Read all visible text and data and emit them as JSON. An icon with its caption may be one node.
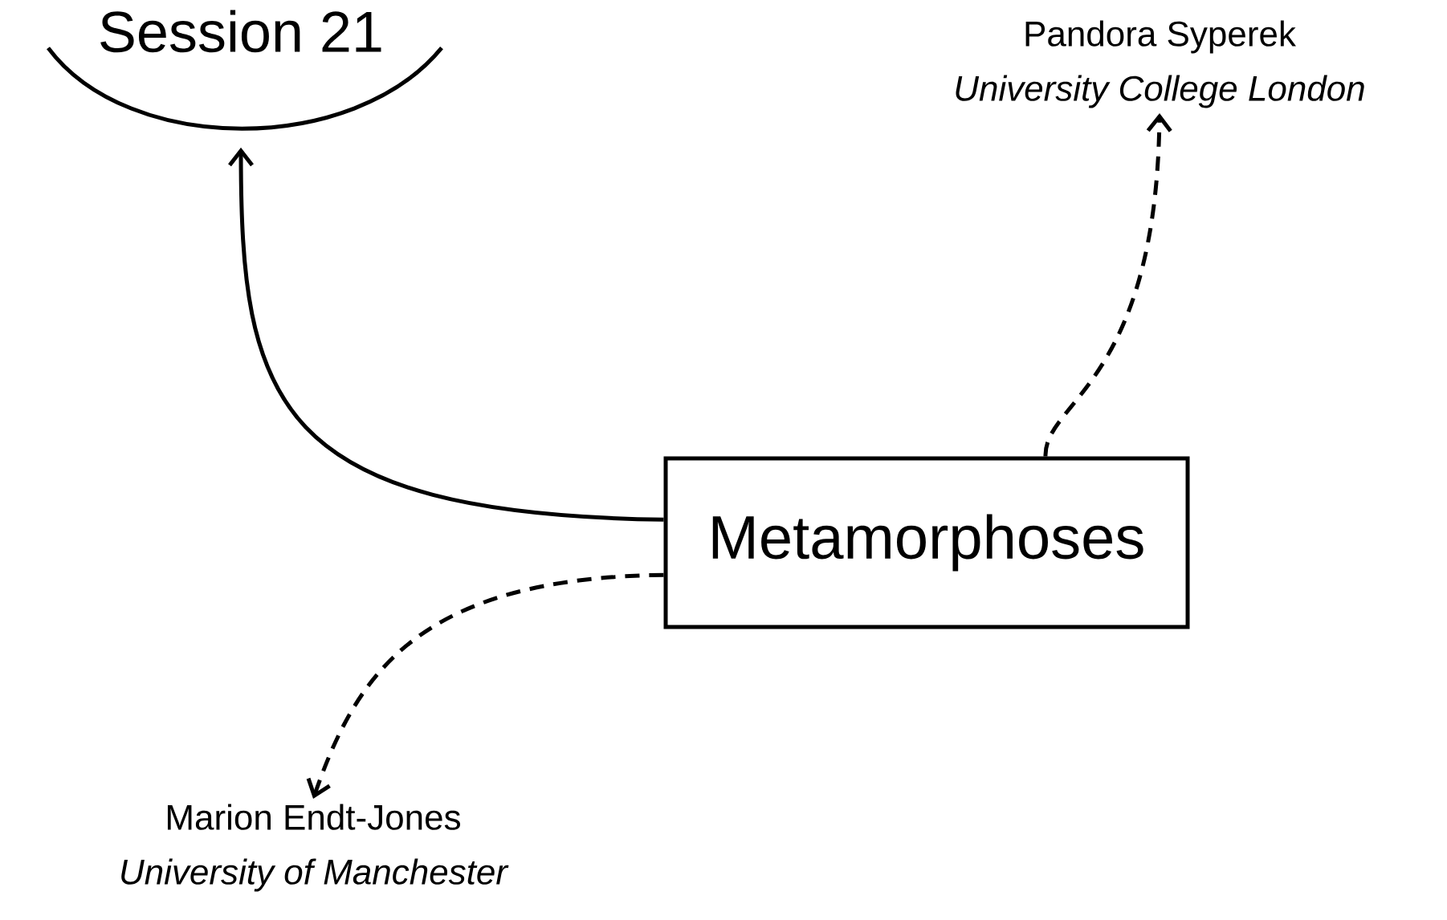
{
  "diagram": {
    "nodes": [
      {
        "text": [
          "Session 21"
        ]
      },
      {
        "text": [
          "Pandora Syperek",
          "University College London"
        ]
      },
      {
        "text": [
          "Metamorphoses"
        ]
      },
      {
        "text": [
          "Marion Endt-Jones",
          "University of Manchester"
        ]
      }
    ],
    "edges": [
      {
        "from": 2,
        "to": 0,
        "arrow": "to"
      },
      {
        "from": 2,
        "to": 1,
        "arrow": "to",
        "style": "dashed"
      },
      {
        "from": 2,
        "to": 3,
        "arrow": "to",
        "style": "dashed"
      }
    ]
  }
}
